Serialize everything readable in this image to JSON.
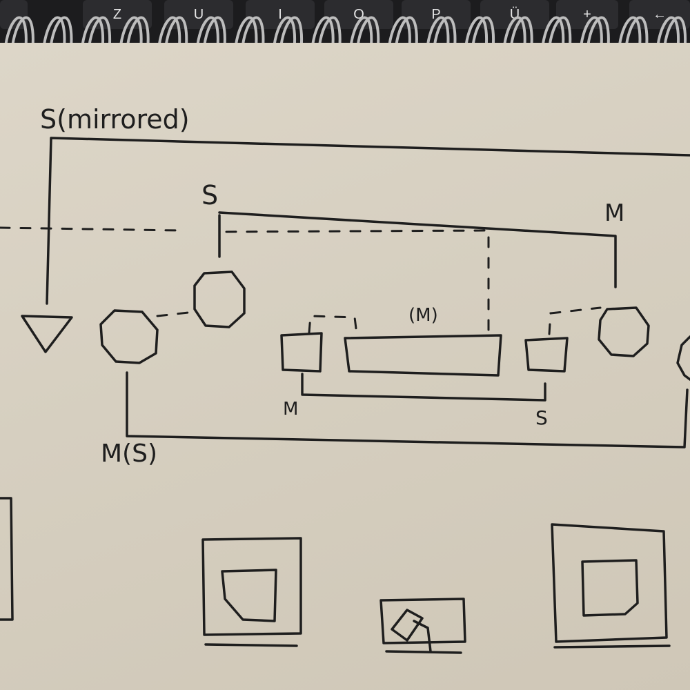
{
  "keyboard": {
    "keys": [
      "Z",
      "U",
      "I",
      "O",
      "P",
      "Ü",
      "+",
      "←"
    ]
  },
  "diagram": {
    "labels": {
      "top_source": "S(mirrored)",
      "inner_source": "S",
      "inner_master": "M",
      "bar_master": "(M)",
      "left_small_master": "M",
      "right_small_source": "S",
      "lower_master": "M(S)"
    }
  },
  "colors": {
    "ink": "#1e1e1e",
    "paper": "#d8d1c3",
    "keyboard": "#1c1c1e"
  }
}
